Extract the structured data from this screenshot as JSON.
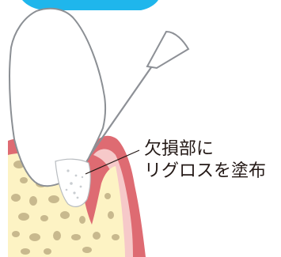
{
  "annotation": {
    "line1": "欠損部に",
    "line2": "リグロスを塗布"
  },
  "colors": {
    "banner": "#1fb6ec",
    "gum": "#de6b72",
    "gum_inner": "#f6c9c9",
    "bone_fill": "#fdf3c4",
    "bone_spot": "#c8b98e",
    "tooth_outline": "#8b8f94",
    "applicator": "#8d9096",
    "text": "#231815"
  },
  "icons": [
    "tooth-illustration",
    "applicator-instrument"
  ]
}
